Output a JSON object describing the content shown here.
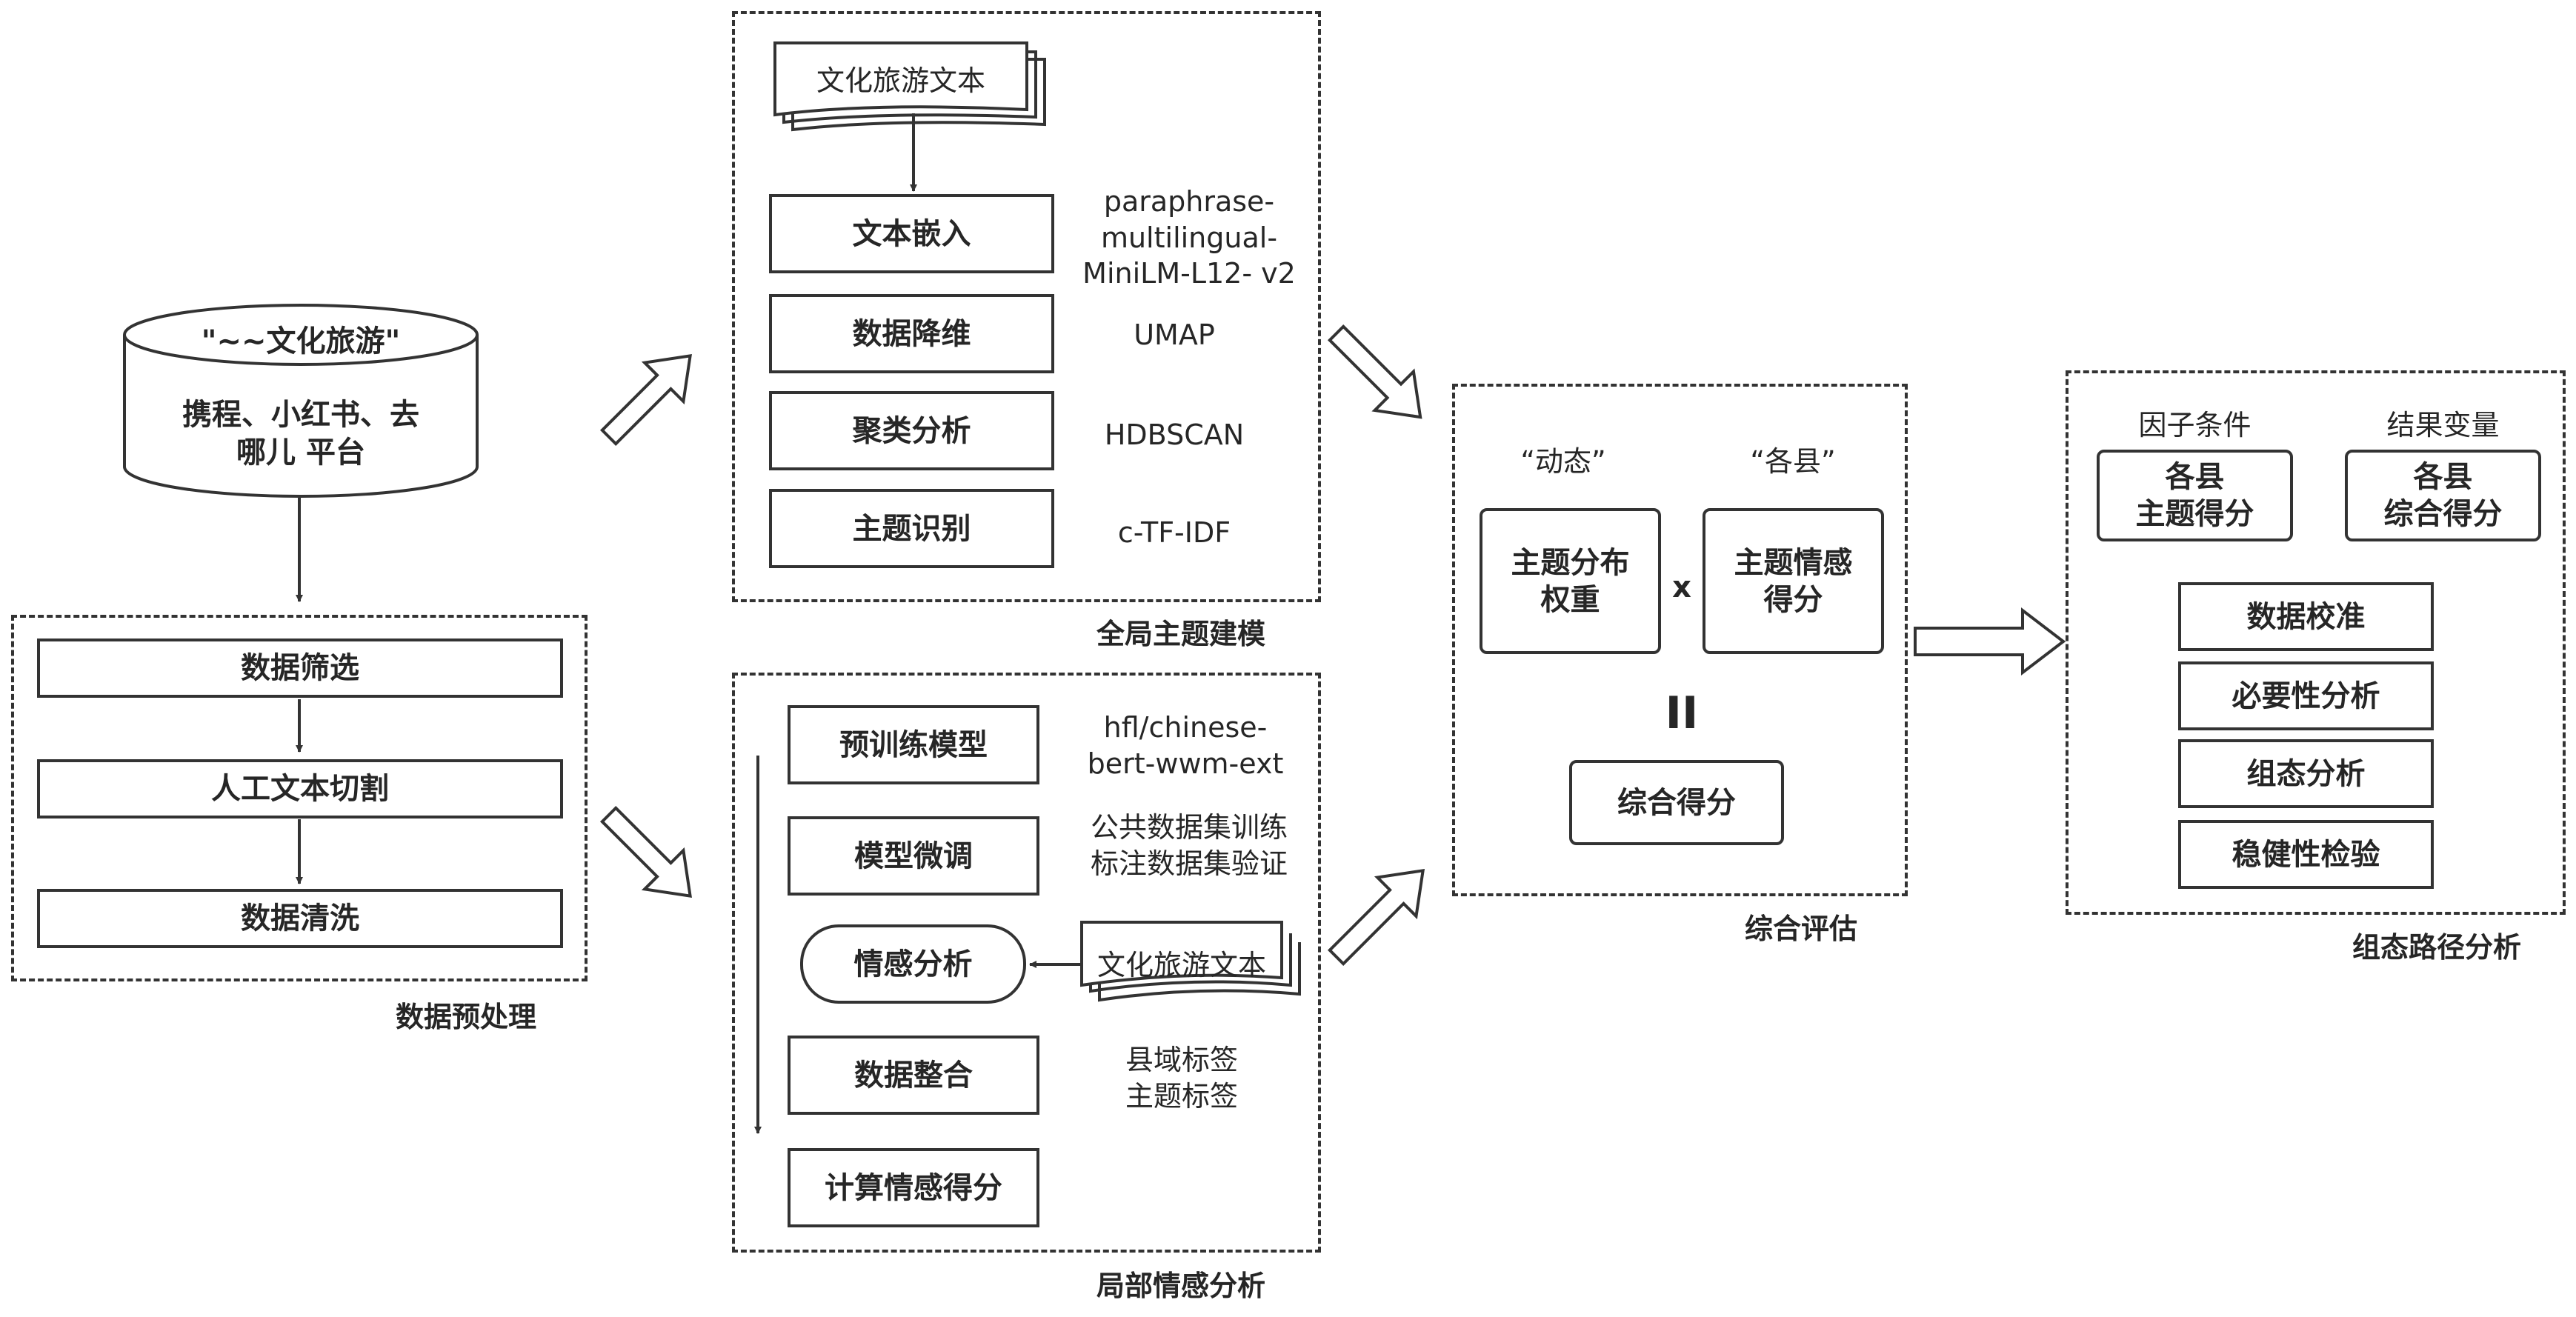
{
  "database": {
    "title": "\"~~文化旅游\"",
    "text": "携程、小红书、去\n哪儿 平台"
  },
  "preprocess": {
    "caption": "数据预处理",
    "steps": [
      "数据筛选",
      "人工文本切割",
      "数据清洗"
    ]
  },
  "global_topic": {
    "caption": "全局主题建模",
    "doc_label": "文化旅游文本",
    "steps": [
      "文本嵌入",
      "数据降维",
      "聚类分析",
      "主题识别"
    ],
    "methods": [
      "paraphrase-\nmultilingual-\nMiniLM-L12- v2",
      "UMAP",
      "HDBSCAN",
      "c-TF-IDF"
    ]
  },
  "local_sentiment": {
    "caption": "局部情感分析",
    "steps": [
      "预训练模型",
      "模型微调",
      "情感分析",
      "数据整合",
      "计算情感得分"
    ],
    "notes": [
      "hfl/chinese-\nbert-wwm-ext",
      "公共数据集训练\n标注数据集验证",
      "县域标签\n主题标签"
    ],
    "doc_label": "文化旅游文本"
  },
  "evaluation": {
    "caption": "综合评估",
    "quote_left": "“动态”",
    "quote_right": "“各县”",
    "box_left": "主题分布\n权重",
    "times": "x",
    "box_right": "主题情感\n得分",
    "equals": "II",
    "result": "综合得分"
  },
  "config": {
    "caption": "组态路径分析",
    "factor_label": "因子条件",
    "outcome_label": "结果变量",
    "factor_box": "各县\n主题得分",
    "outcome_box": "各县\n综合得分",
    "steps": [
      "数据校准",
      "必要性分析",
      "组态分析",
      "稳健性检验"
    ]
  }
}
